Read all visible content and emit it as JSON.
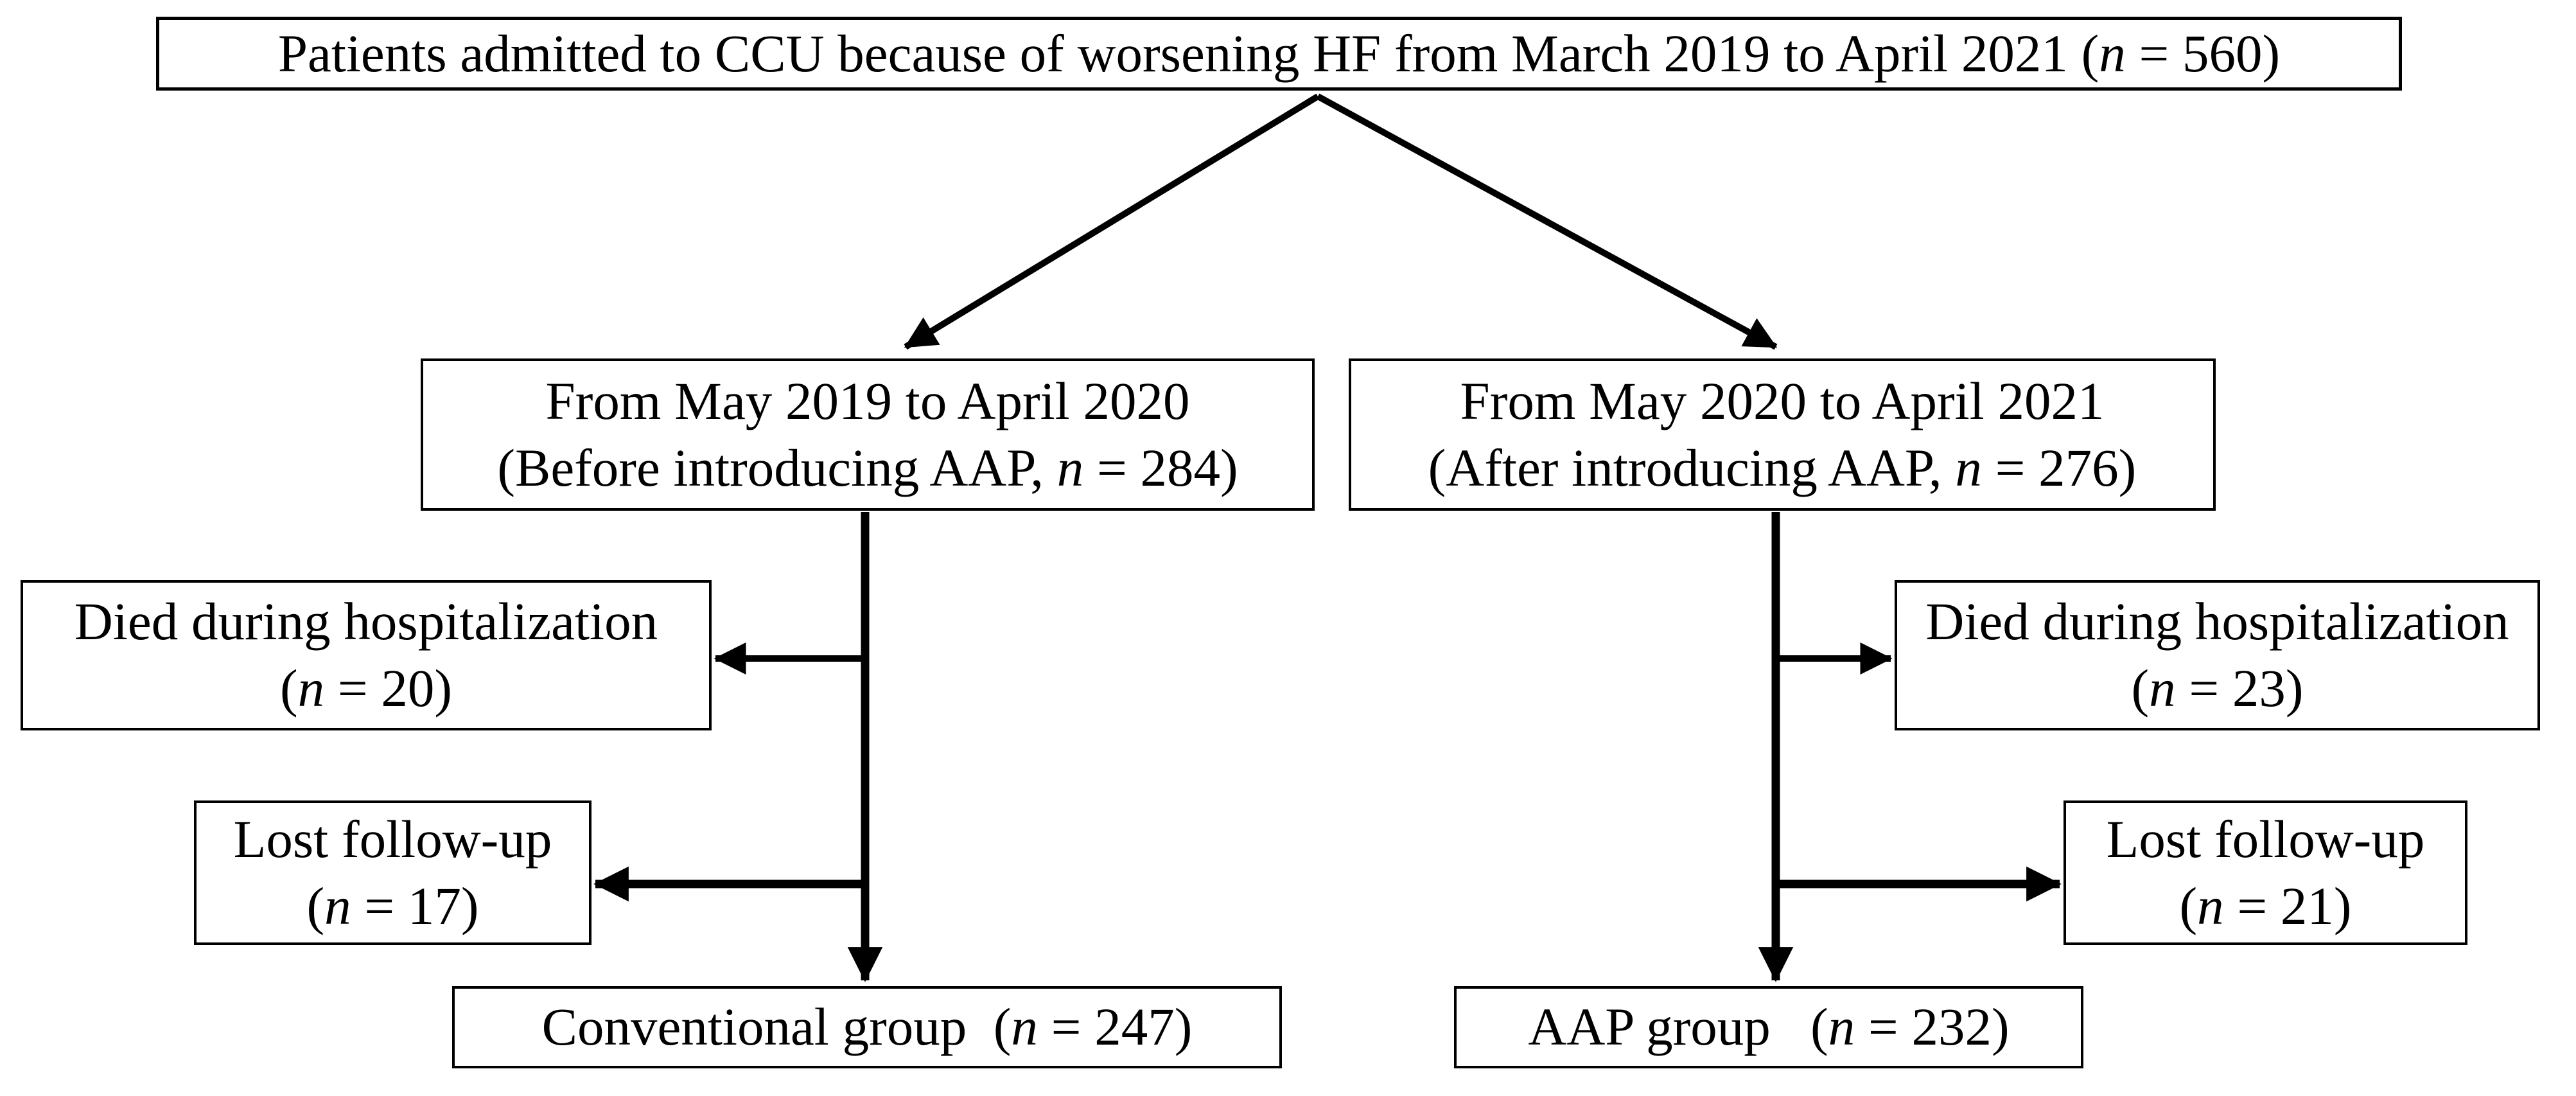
{
  "boxes": {
    "top": {
      "pre": "Patients admitted to CCU because of worsening HF from March 2019 to April 2021 (",
      "n": "n",
      "post": " = 560)"
    },
    "period_left": {
      "line1": "From May 2019 to April 2020",
      "line2_pre": "(Before introducing AAP, ",
      "n": "n",
      "line2_post": " = 284)"
    },
    "period_right": {
      "line1": "From May 2020 to April 2021",
      "line2_pre": "(After introducing AAP, ",
      "n": "n",
      "line2_post": " = 276)"
    },
    "died_left": {
      "line1": "Died during hospitalization",
      "line2_pre": "(",
      "n": "n",
      "line2_post": " = 20)"
    },
    "lost_left": {
      "line1": "Lost follow-up",
      "line2_pre": "(",
      "n": "n",
      "line2_post": " = 17)"
    },
    "group_left": {
      "pre": "Conventional group  (",
      "n": "n",
      "post": " = 247)"
    },
    "died_right": {
      "line1": "Died during hospitalization",
      "line2_pre": "(",
      "n": "n",
      "line2_post": " = 23)"
    },
    "lost_right": {
      "line1": "Lost follow-up",
      "line2_pre": "(",
      "n": "n",
      "line2_post": " = 21)"
    },
    "group_right": {
      "pre": "AAP group   (",
      "n": "n",
      "post": " = 232)"
    }
  },
  "colors": {
    "line": "#000000",
    "border": "#000000",
    "text": "#000000",
    "background": "#ffffff"
  }
}
